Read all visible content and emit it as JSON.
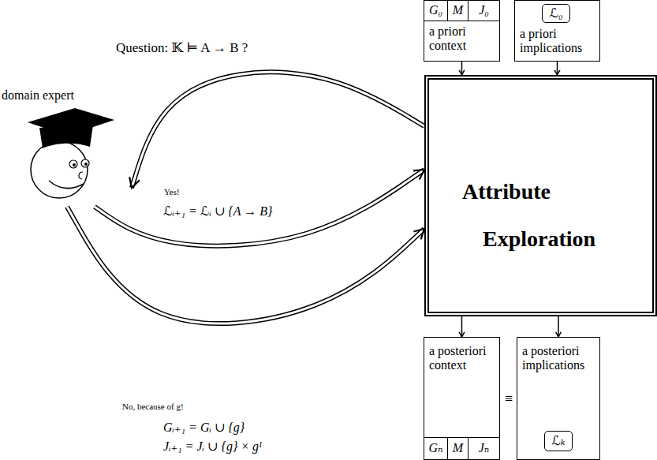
{
  "diagram": {
    "nodes": [
      {
        "text": [
          "a priori context"
        ]
      },
      {
        "text": [
          "G₀"
        ],
        "in": 0
      },
      {
        "text": [
          "M"
        ],
        "in": 0
      },
      {
        "text": [
          "J₀"
        ],
        "in": 0
      },
      {
        "text": [
          "a priori implications"
        ]
      },
      {
        "text": [
          "ℒ₀"
        ],
        "in": 4
      },
      {
        "text": [
          "domain expert"
        ]
      },
      {
        "text": [
          "Attribute Exploration"
        ]
      },
      {
        "text": [
          "a posteriori context"
        ]
      },
      {
        "text": [
          "Gₙ"
        ],
        "in": 8
      },
      {
        "text": [
          "M"
        ],
        "in": 8
      },
      {
        "text": [
          "Jₙ"
        ],
        "in": 8
      },
      {
        "text": [
          "a posteriori implications"
        ]
      },
      {
        "text": [
          "ℒₖ"
        ],
        "in": 12
      }
    ],
    "edges": [
      {
        "from": 7,
        "to": 6,
        "arrow": "to",
        "label": "Question: 𝕂 ⊨ A → B ?"
      },
      {
        "from": 6,
        "to": 7,
        "arrow": "to",
        "label": "Yes!"
      },
      {
        "from": 6,
        "to": 7,
        "arrow": "to",
        "label": "No, because of g!"
      },
      {
        "from": 0,
        "to": 7,
        "arrow": "to"
      },
      {
        "from": 4,
        "to": 7,
        "arrow": "to"
      },
      {
        "from": 7,
        "to": 8,
        "arrow": "to"
      },
      {
        "from": 7,
        "to": 12,
        "arrow": "to"
      }
    ],
    "labels": [
      "ℒᵢ₊₁ = ℒᵢ ∪ {A → B}",
      "Gᵢ₊₁ = Gᵢ ∪ {g}",
      "Jᵢ₊₁ = Jᵢ ∪ {g} × gᴵ",
      "≡"
    ]
  }
}
